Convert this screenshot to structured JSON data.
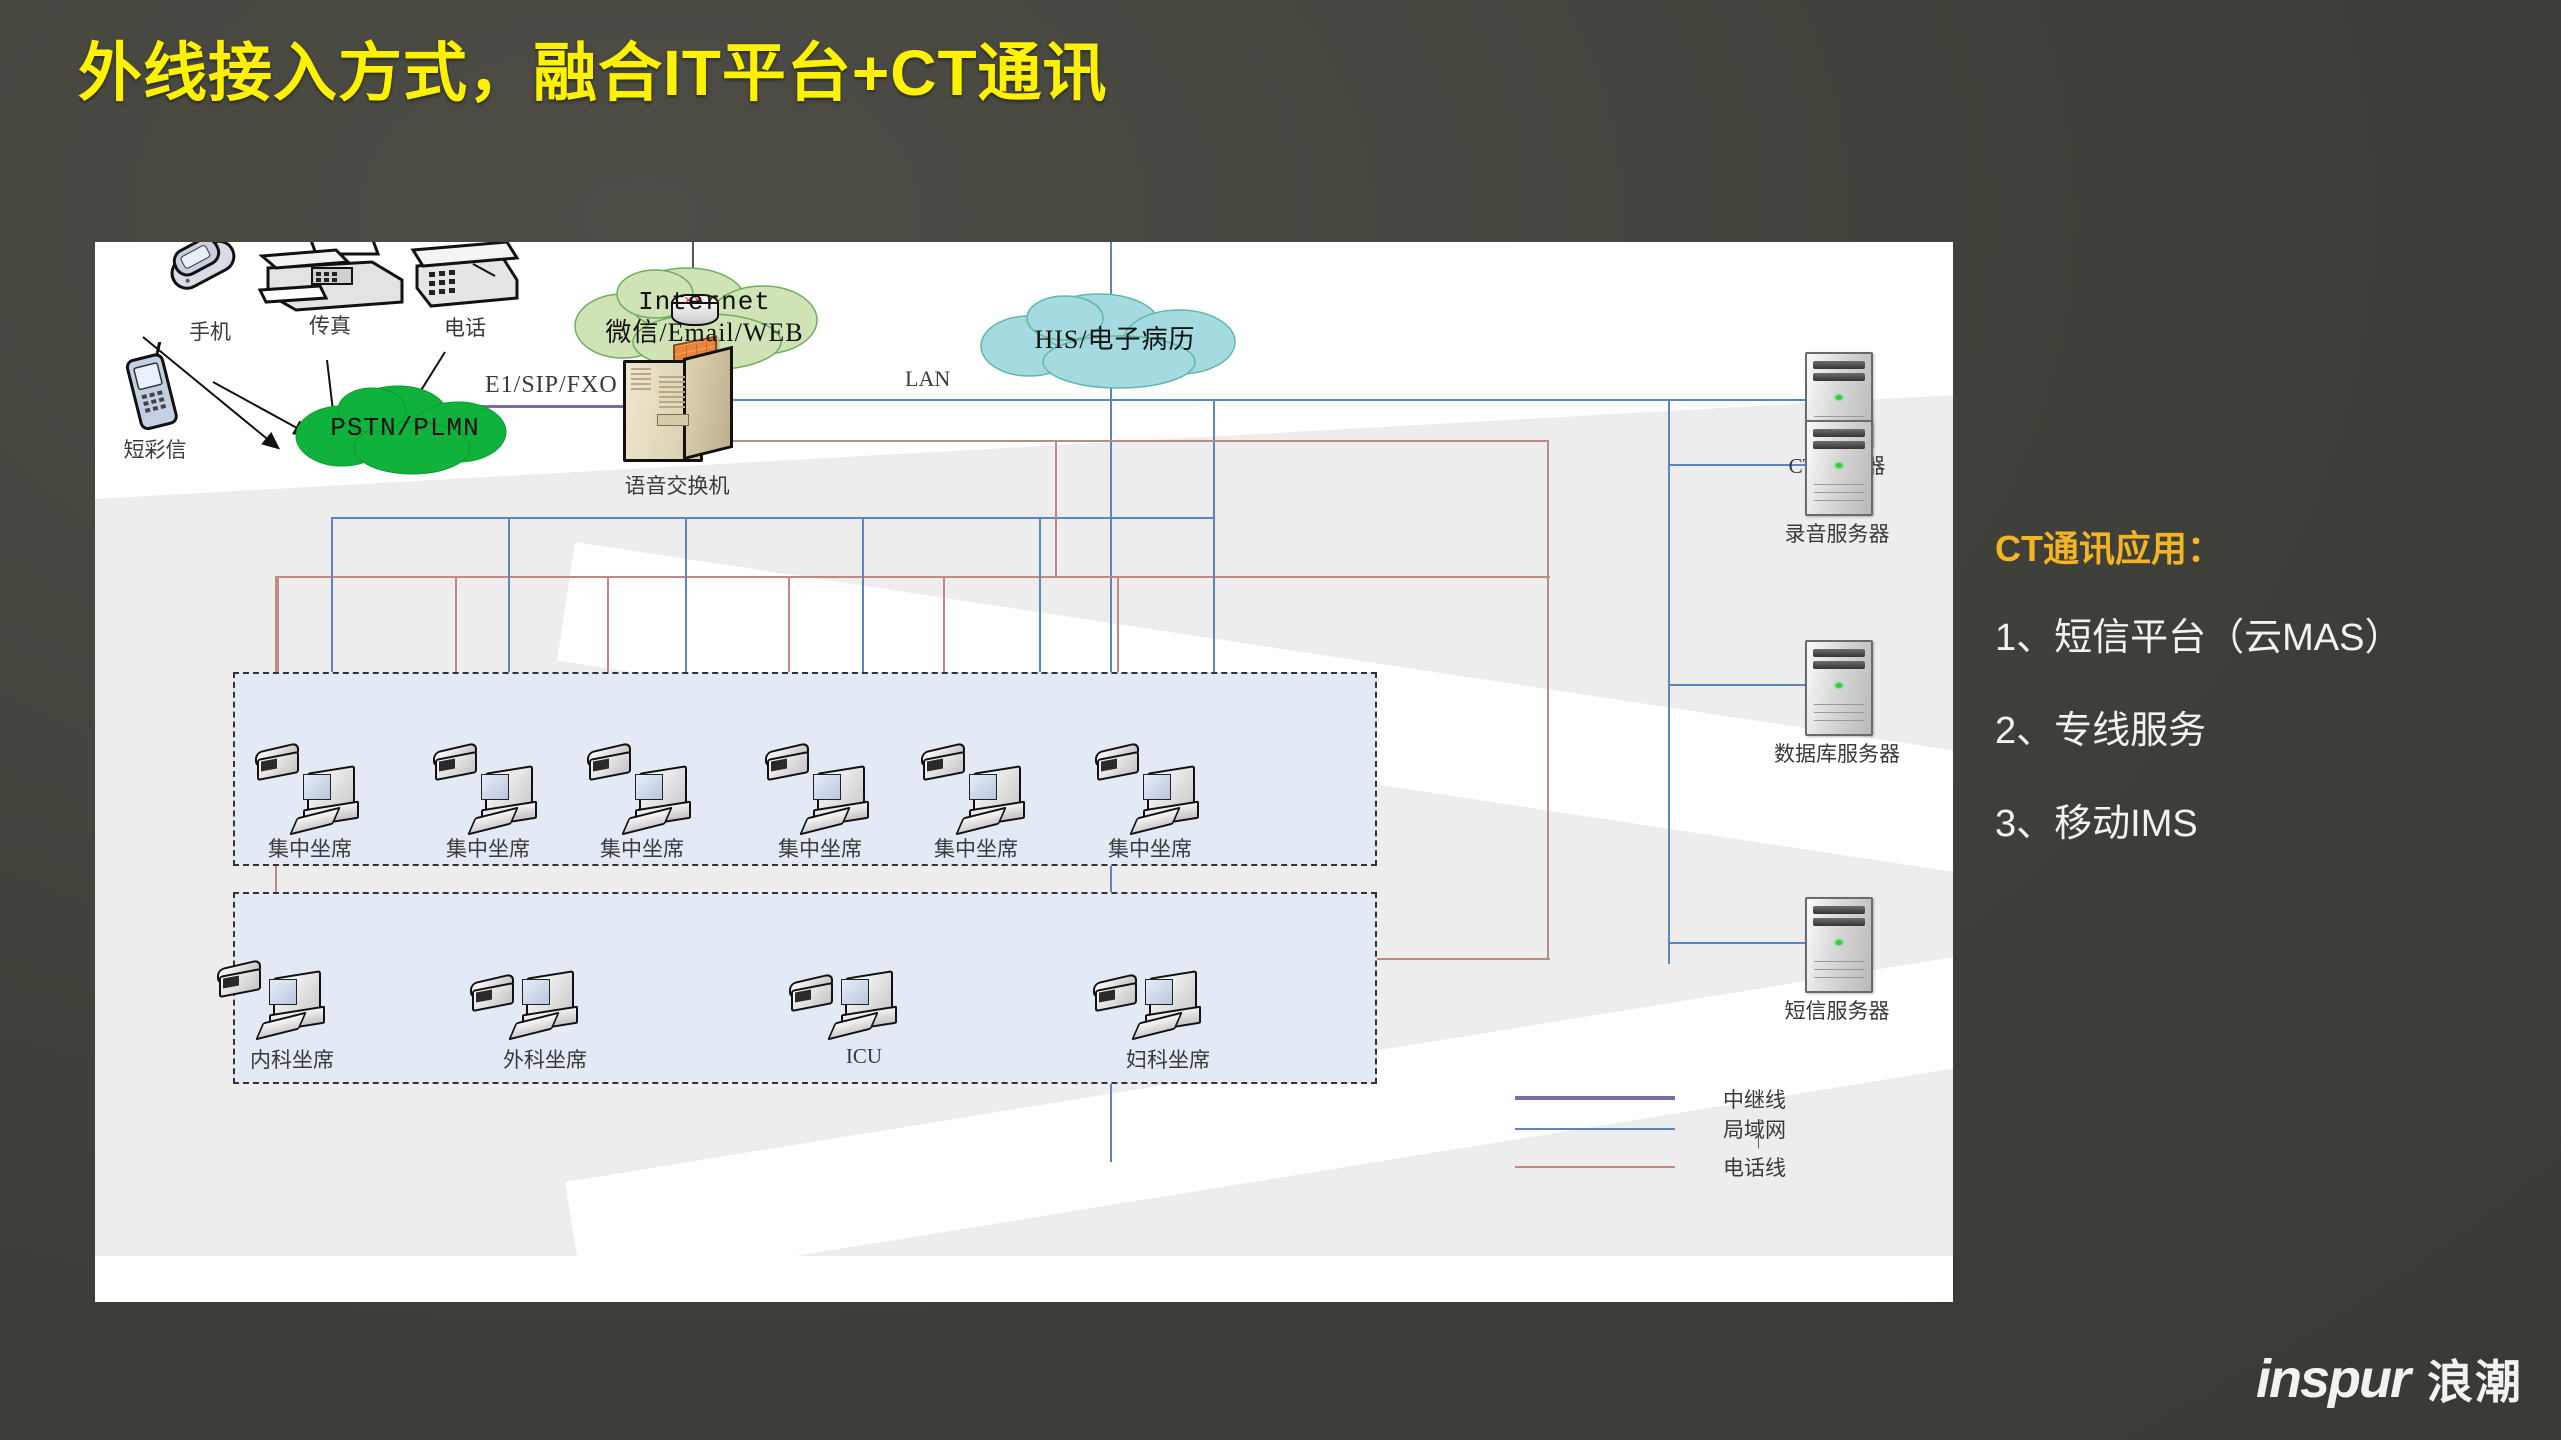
{
  "slide": {
    "title": "外线接入方式，融合IT平台+CT通讯",
    "title_color": "#FFF200",
    "background_color": "#45453f"
  },
  "diagram": {
    "clouds": [
      {
        "name": "pstn",
        "label_line1": "PSTN/PLMN",
        "label_line2": "",
        "color": "#11b23c"
      },
      {
        "name": "internet",
        "label_line1": "Internet",
        "label_line2": "微信/Email/WEB",
        "color": "#cfe3b4"
      },
      {
        "name": "his",
        "label_line1": "HIS/电子病历",
        "label_line2": "",
        "color": "#a5dbe0"
      }
    ],
    "endpoints": [
      {
        "name": "mobile",
        "label": "手机"
      },
      {
        "name": "fax",
        "label": "传真"
      },
      {
        "name": "telephone",
        "label": "电话"
      },
      {
        "name": "sms-mms",
        "label": "短彩信"
      }
    ],
    "link_labels": {
      "trunk": "E1/SIP/FXO",
      "lan": "LAN"
    },
    "pbx": {
      "label": "语音交换机"
    },
    "servers": [
      {
        "name": "cti",
        "label": "CTI服务器"
      },
      {
        "name": "recording",
        "label": "录音服务器"
      },
      {
        "name": "database",
        "label": "数据库服务器"
      },
      {
        "name": "sms",
        "label": "短信服务器"
      }
    ],
    "agent_group_top": {
      "labels": [
        "集中坐席",
        "集中坐席",
        "集中坐席",
        "集中坐席",
        "集中坐席",
        "集中坐席"
      ]
    },
    "agent_group_bottom": {
      "labels": [
        "内科坐席",
        "外科坐席",
        "ICU",
        "妇科坐席"
      ]
    },
    "legend": [
      {
        "label": "中继线",
        "color": "#8069a8"
      },
      {
        "label": "局域网",
        "color": "#5b86c4"
      },
      {
        "label": "电话线",
        "color": "#c08a84"
      }
    ],
    "legend_separator": "|"
  },
  "sidebar": {
    "heading": "CT通讯应用：",
    "items": [
      "1、短信平台（云MAS）",
      "2、专线服务",
      "3、移动IMS"
    ],
    "heading_color": "#F5B421"
  },
  "logo": {
    "word": "inspur",
    "cn": "浪潮"
  }
}
